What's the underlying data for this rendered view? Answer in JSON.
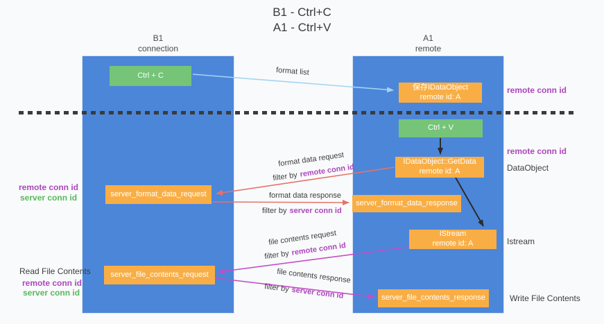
{
  "title": {
    "line1": "B1 - Ctrl+C",
    "line2": "A1 - Ctrl+V"
  },
  "lanes": {
    "left": {
      "name": "B1",
      "role": "connection"
    },
    "right": {
      "name": "A1",
      "role": "remote"
    }
  },
  "nodes": {
    "ctrl_c": {
      "label": "Ctrl + C"
    },
    "ctrl_v": {
      "label": "Ctrl + V"
    },
    "save_dataobject": {
      "line1": "保存IDataObject",
      "line2": "remote id: A"
    },
    "getdata": {
      "line1": "IDataObject::GetData",
      "line2": "remote id: A"
    },
    "istream": {
      "line1": "IStream",
      "line2": "remote id: A"
    },
    "format_request": {
      "label": "server_format_data_request"
    },
    "format_response": {
      "label": "server_format_data_response"
    },
    "file_request": {
      "label": "server_file_contents_request"
    },
    "file_response": {
      "label": "server_file_contents_response"
    }
  },
  "labels": {
    "remote_conn_id": "remote conn id",
    "server_conn_id": "server conn id",
    "dataobject": "DataObject",
    "istream": "Istream",
    "read_file_contents": "Read File Contents",
    "write_file_contents": "Write File Contents"
  },
  "flows": {
    "format_list": "format list",
    "format_data_request": "format data request",
    "format_data_response": "format data response",
    "file_contents_request": "file contents request",
    "file_contents_response": "file contents response",
    "filter_by": "filter by"
  },
  "colors": {
    "lane_blue": "#4c86d9",
    "node_orange": "#f9ae45",
    "node_green": "#75c478",
    "accent_purple": "#ab47bc",
    "accent_green": "#58b85c",
    "arrow_salmon": "#e57368",
    "arrow_magenta": "#c44ec4",
    "arrow_lightblue": "#a5d3f2",
    "arrow_black": "#2b2b2b",
    "bg": "#f9fafb"
  }
}
